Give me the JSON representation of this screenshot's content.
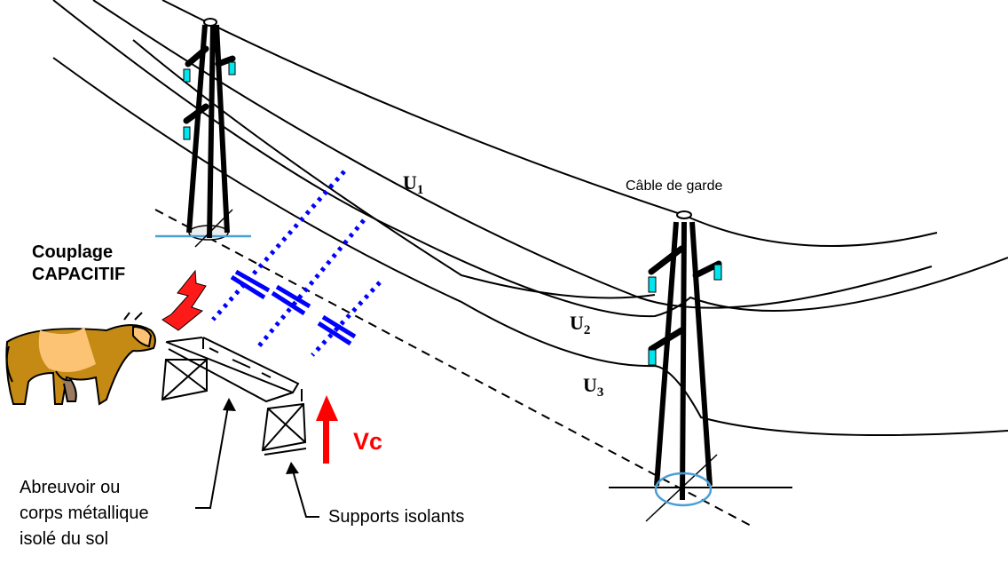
{
  "labels": {
    "coupling_title_line1": "Couplage",
    "coupling_title_line2": "CAPACITIF",
    "guard_cable": "Câble de garde",
    "u1": "U",
    "u1_sub": "1",
    "u2": "U",
    "u2_sub": "2",
    "u3": "U",
    "u3_sub": "3",
    "vc": "Vc",
    "trough_line1": "Abreuvoir ou",
    "trough_line2": "corps métallique",
    "trough_line3": "isolé du sol",
    "supports": "Supports isolants"
  },
  "icons": {
    "tower_left": "pylon-icon",
    "tower_right": "pylon-icon",
    "cow": "cow-icon",
    "lightning": "lightning-bolt-icon",
    "trough": "metal-trough-icon",
    "capacitor": "capacitor-icon",
    "voltage_arrow": "up-arrow-icon"
  },
  "colors": {
    "capacitor_blue": "#0000ff",
    "insulator_cyan": "#00e5ee",
    "ground_ring_blue": "#4a9fd8",
    "voltage_red": "#ff0000",
    "cow_dark": "#c48a14",
    "cow_light": "#fdc374",
    "line_black": "#000000"
  }
}
